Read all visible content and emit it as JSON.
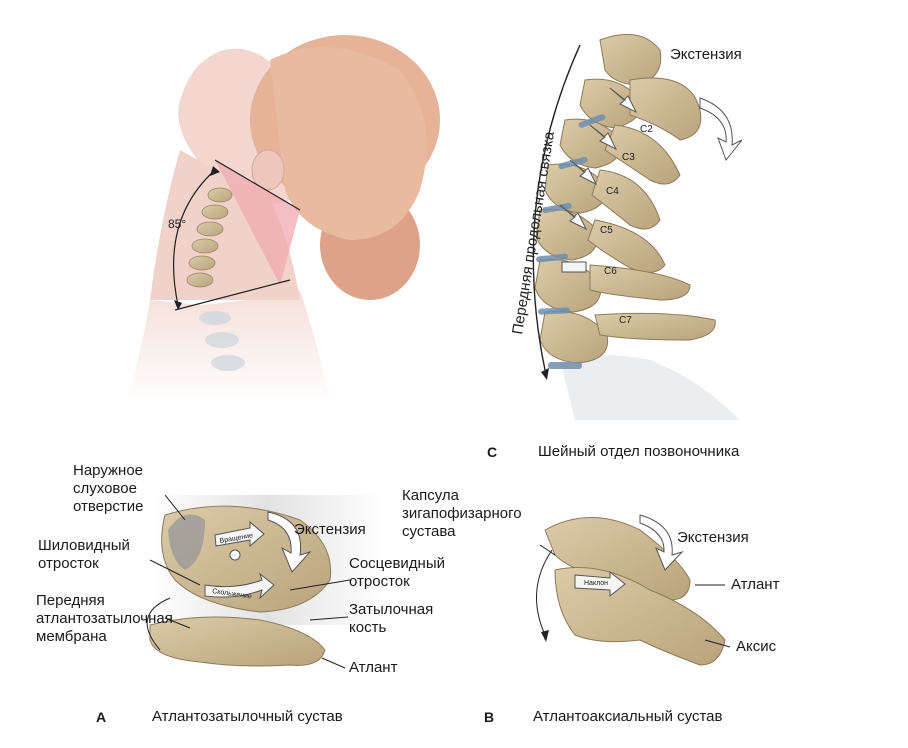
{
  "panel_c": {
    "angle": "85°",
    "extension": "Экстензия",
    "ligament": "Передняя продольная связка",
    "vertebrae": [
      "C2",
      "C3",
      "C4",
      "C5",
      "C6",
      "C7"
    ],
    "letter": "C",
    "caption": "Шейный отдел позвоночника"
  },
  "panel_a": {
    "ear_canal": "Наружное\nслуховое\nотверстие",
    "styloid": "Шиловидный\nотросток",
    "membrane": "Передняя\nатлантозатылочная\nмембрана",
    "extension": "Экстензия",
    "mastoid": "Сосцевидный\nотросток",
    "occipital": "Затылочная\nкость",
    "atlas": "Атлант",
    "arrow_rotation": "Вращение",
    "arrow_glide": "Скольжение",
    "letter": "A",
    "caption": "Атлантозатылочный сустав"
  },
  "panel_b": {
    "capsule": "Капсула\nзигапофизарного\nсустава",
    "extension": "Экстензия",
    "atlas": "Атлант",
    "axis": "Аксис",
    "arrow_tilt": "Наклон",
    "letter": "B",
    "caption": "Атлантоаксиальный сустав"
  },
  "colors": {
    "bone": "#cdbb97",
    "bone_dark": "#9a8563",
    "disc": "#6f8fae",
    "skin": "#f2d6cf",
    "hair": "#e0a98f",
    "angle_fill": "#f0a8b0"
  }
}
